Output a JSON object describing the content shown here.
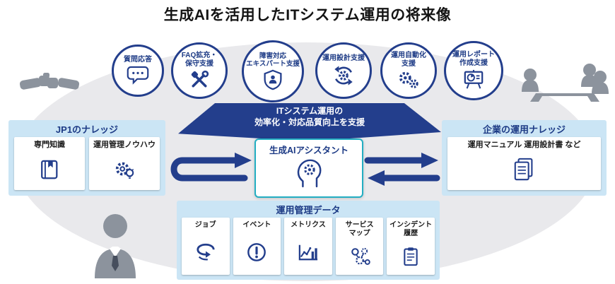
{
  "title": "生成AIを活用したITシステム運用の将来像",
  "banner": {
    "line1": "ITシステム運用の",
    "line2": "効率化・対応品質向上を支援"
  },
  "ai_assistant": {
    "label": "生成AIアシスタント",
    "icon": "head-gear-icon"
  },
  "capabilities": [
    {
      "line1": "質問応答",
      "line2": "",
      "icon": "speech-bubble-icon"
    },
    {
      "line1": "FAQ拡充・",
      "line2": "保守支援",
      "icon": "crossed-tools-icon"
    },
    {
      "line1": "障害対応",
      "line2": "エキスパート支援",
      "icon": "shield-person-icon"
    },
    {
      "line1": "運用設計支援",
      "line2": "",
      "icon": "cycle-gear-icon"
    },
    {
      "line1": "運用自動化",
      "line2": "支援",
      "icon": "double-gear-icon"
    },
    {
      "line1": "運用レポート",
      "line2": "作成支援",
      "icon": "report-board-icon"
    }
  ],
  "left_panel": {
    "title": "JP1のナレッジ",
    "cards": [
      {
        "label": "専門知識",
        "icon": "book-icon"
      },
      {
        "label": "運用管理ノウハウ",
        "icon": "gear-bulb-icon"
      }
    ]
  },
  "right_panel": {
    "title": "企業の運用ナレッジ",
    "cards": [
      {
        "label": "運用マニュアル 運用設計書 など",
        "icon": "documents-icon"
      }
    ]
  },
  "bottom_panel": {
    "title": "運用管理データ",
    "cards": [
      {
        "line1": "ジョブ",
        "line2": "",
        "icon": "job-cycle-icon"
      },
      {
        "line1": "イベント",
        "line2": "",
        "icon": "exclamation-icon"
      },
      {
        "line1": "メトリクス",
        "line2": "",
        "icon": "metrics-chart-icon"
      },
      {
        "line1": "サービス",
        "line2": "マップ",
        "icon": "service-map-icon"
      },
      {
        "line1": "インシデント",
        "line2": "履歴",
        "icon": "incident-clipboard-icon"
      }
    ]
  },
  "colors": {
    "navy": "#233E8C",
    "panel_blue": "#CBE5F5",
    "teal": "#23AEC2",
    "ellipse_gray": "#E9E9EC",
    "silhouette_gray": "#8C939D"
  },
  "decorations": [
    "handshake-icon",
    "meeting-people-icon",
    "person-icon"
  ]
}
